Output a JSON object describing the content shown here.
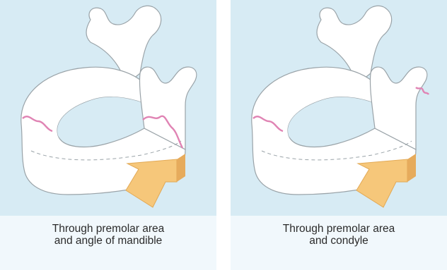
{
  "panels": [
    {
      "caption_line1": "Through premolar area",
      "caption_line2": "and angle of mandible"
    },
    {
      "caption_line1": "Through premolar area",
      "caption_line2": "and condyle"
    }
  ],
  "colors": {
    "background": "#d7ebf4",
    "caption_area": "#f1f8fc",
    "bone": "#ffffff",
    "bone_outline": "#9aa3a8",
    "fracture": "#e084b4",
    "arrow": "#f6c77a"
  },
  "icons": {
    "arrow": "force-direction-arrow",
    "fracture": "fracture-line"
  }
}
